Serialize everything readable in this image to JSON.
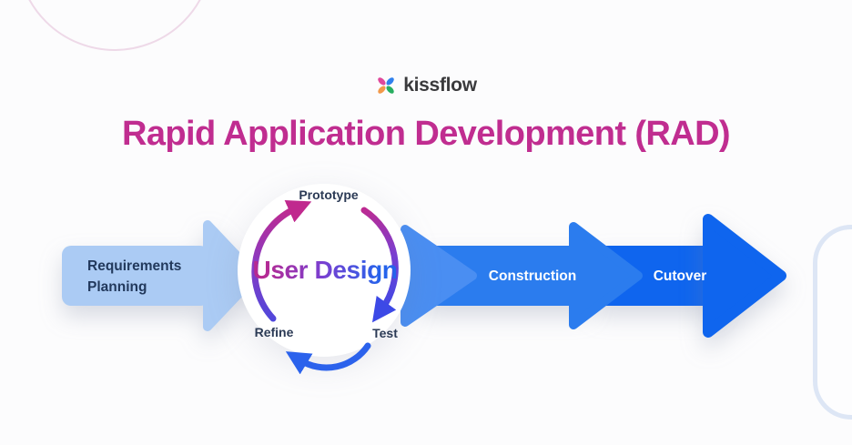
{
  "brand": {
    "name": "kissflow",
    "icon": "kissflow-flower-icon",
    "text_color": "#3a3a3c",
    "petal_colors": {
      "top_left": "#e0489b",
      "top_right": "#2f80ed",
      "bottom_left": "#f2994a",
      "bottom_right": "#27ae60"
    }
  },
  "title": {
    "text": "Rapid Application Development (RAD)",
    "color": "#c02d90"
  },
  "process": {
    "requirements": {
      "label_lines": [
        "Requirements",
        "Planning"
      ],
      "fill": "#abcbf4",
      "text_color": "#22395c"
    },
    "user_design": {
      "label": "User Design",
      "gradient_start": "#b62a92",
      "gradient_end": "#2563eb"
    },
    "cycle_steps": {
      "top": "Prototype",
      "bottom_right": "Test",
      "bottom_left": "Refine"
    },
    "cycle_arc_colors": {
      "left_arc_bottom": "#4d48dd",
      "left_arc_top": "#c0298e",
      "right_arc_top": "#c0298e",
      "right_arc_bottom": "#3c49e6",
      "bottom_arc": "#2b62ec"
    },
    "construction": {
      "label": "Construction",
      "fill": "#2b7cee",
      "entry_head_fill": "#4a8ef2",
      "text_color": "#ffffff"
    },
    "cutover": {
      "label": "Cutover",
      "fill": "#0f65ee",
      "text_color": "#ffffff"
    }
  }
}
